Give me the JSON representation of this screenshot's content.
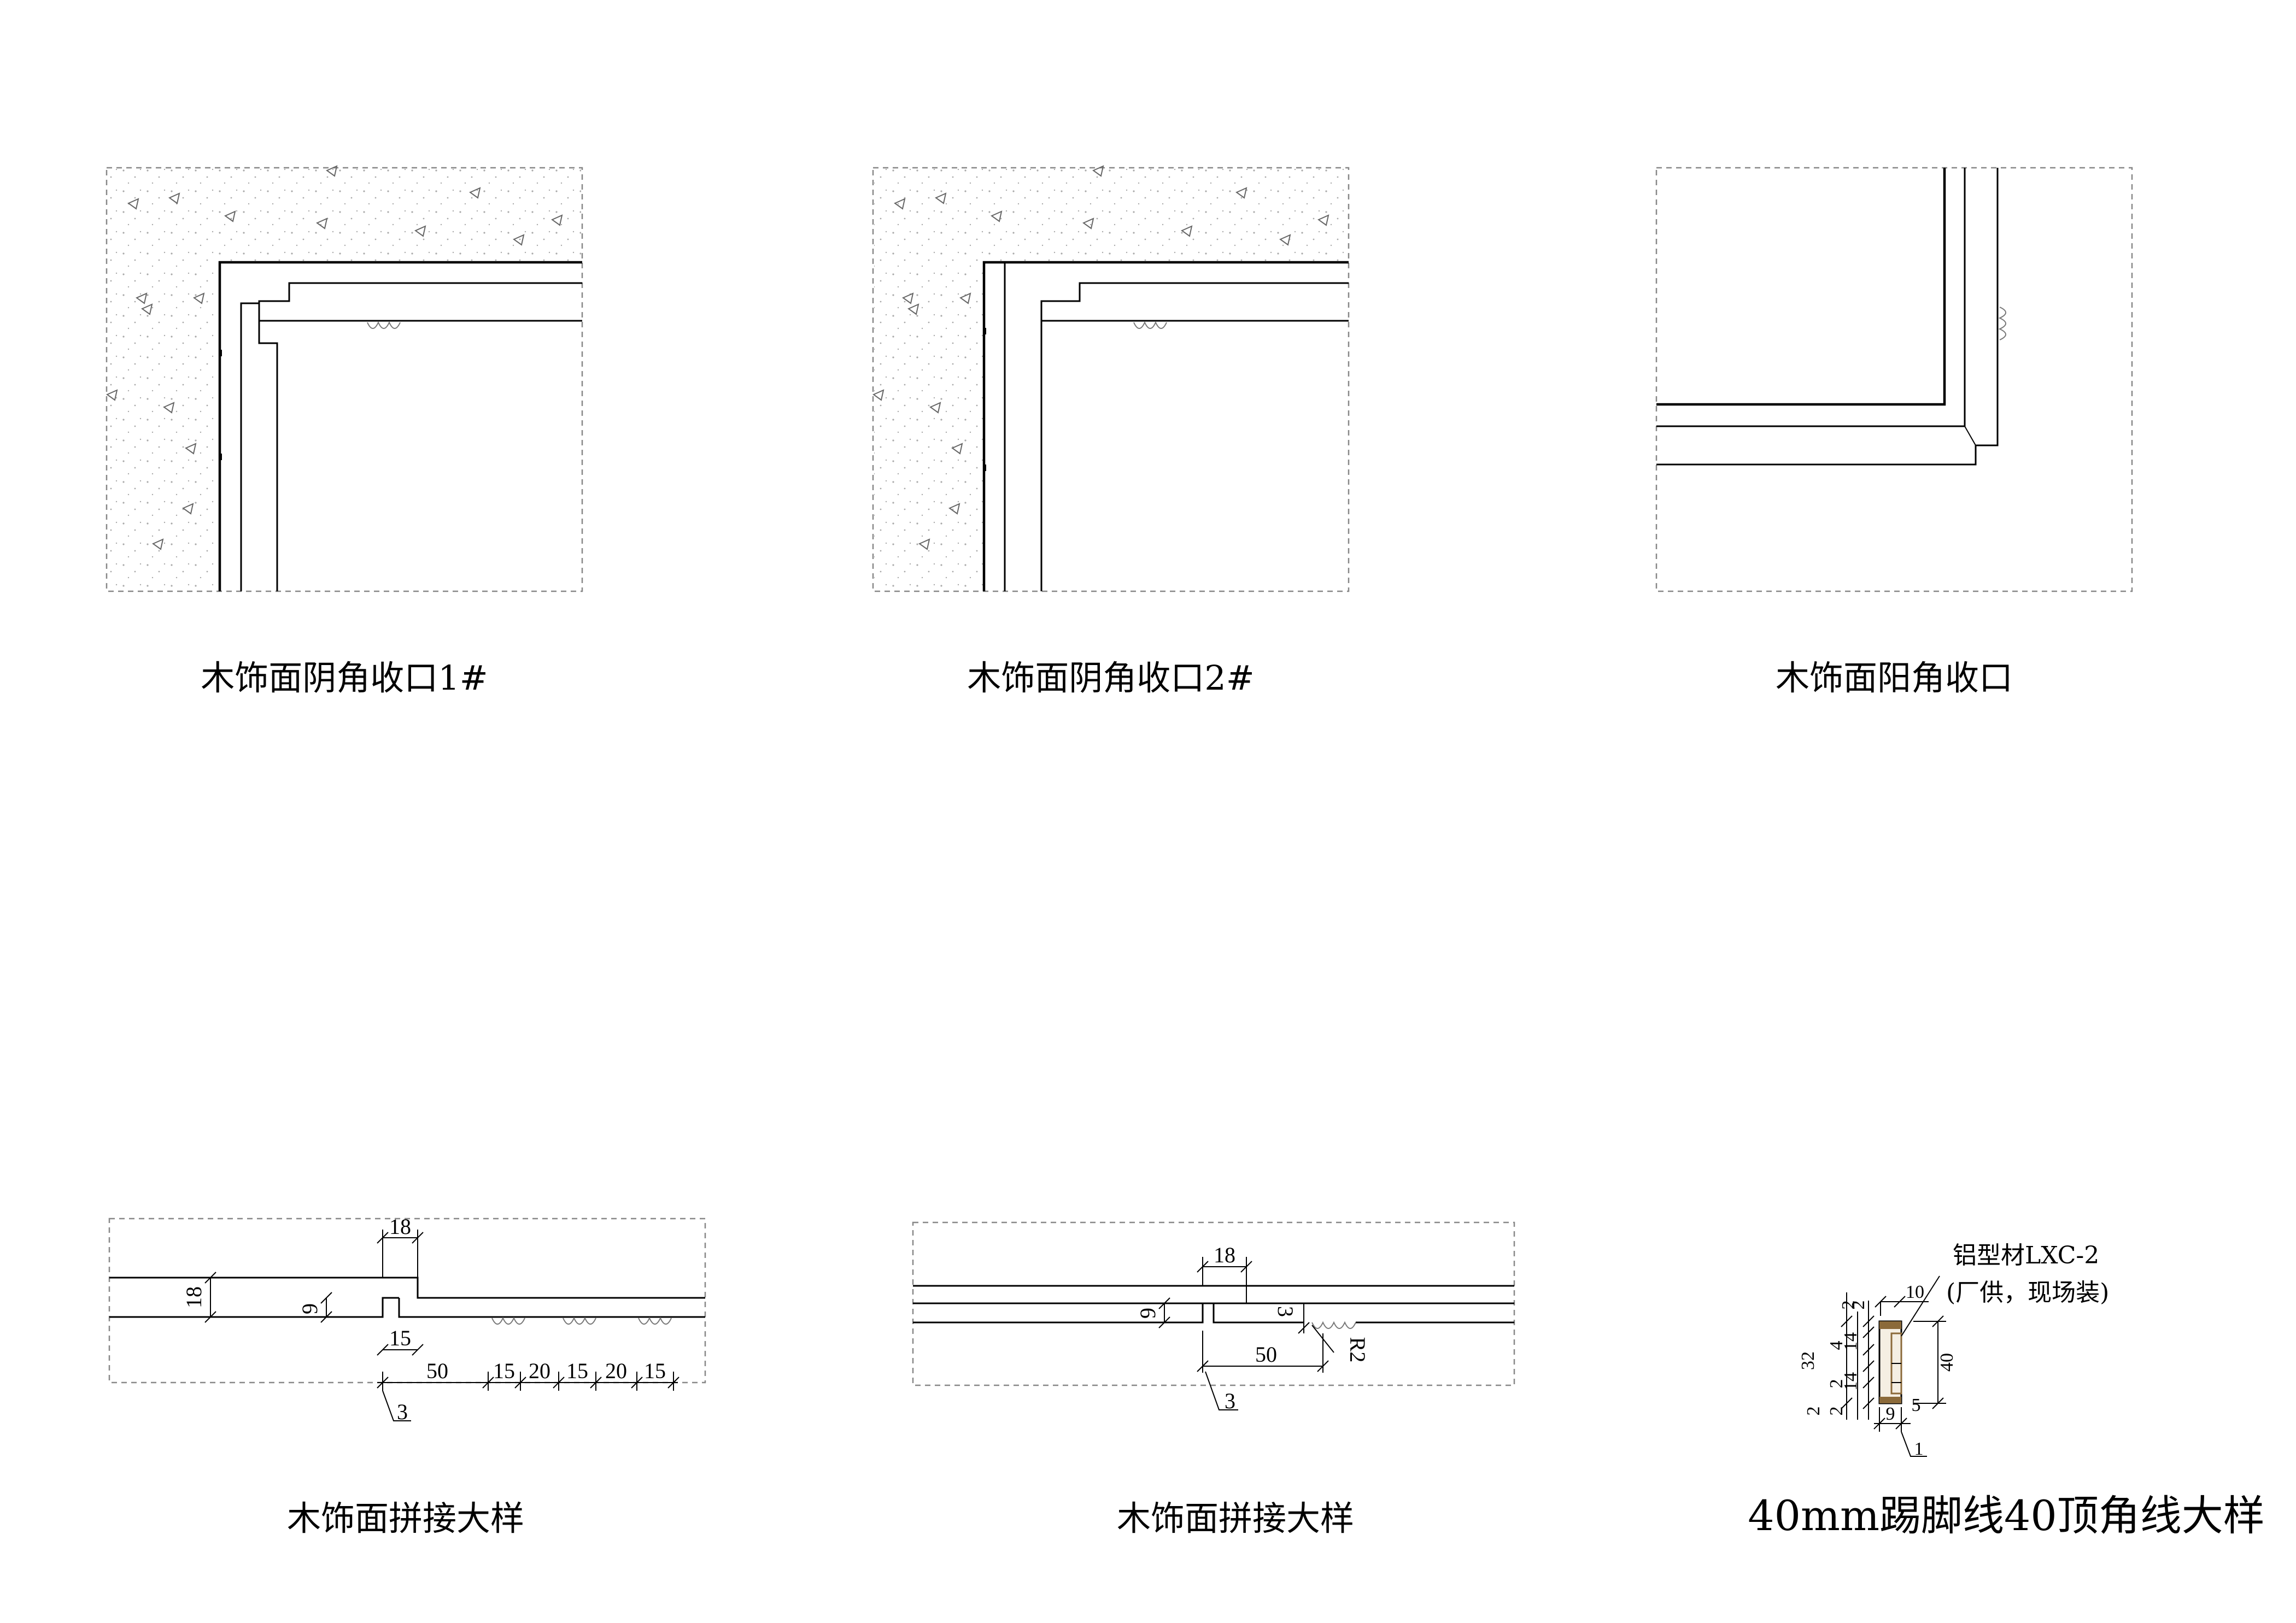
{
  "details": [
    {
      "title": "木饰面阴角收口1#"
    },
    {
      "title": "木饰面阴角收口2#"
    },
    {
      "title": "木饰面阳角收口"
    },
    {
      "title": "木饰面拼接大样"
    },
    {
      "title": "木饰面拼接大样"
    },
    {
      "title": "40mm踢脚线40顶角线大样"
    }
  ],
  "splice1_dims": [
    "18",
    "18",
    "9",
    "15",
    "50",
    "15",
    "20",
    "15",
    "20",
    "15",
    "3"
  ],
  "splice2_dims": [
    "18",
    "9",
    "3",
    "R2",
    "50",
    "3"
  ],
  "profile_dims": [
    "10",
    "2",
    "2",
    "32",
    "4",
    "14",
    "2",
    "14",
    "2",
    "2",
    "40",
    "9",
    "5",
    "1"
  ],
  "profile_note": {
    "line1": "铝型材LXC-2",
    "line2": "(厂供，现场装)"
  },
  "colors": {
    "line": "#000000",
    "boundary": "#888888",
    "profile_fill": "#8B6A3A"
  }
}
